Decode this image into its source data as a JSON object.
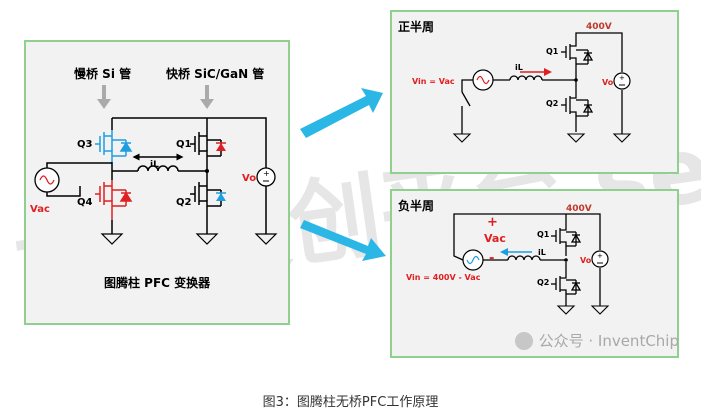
{
  "left_panel": {
    "slow_label": "慢桥 Si 管",
    "fast_label": "快桥 SiC/GaN 管",
    "q1": "Q1",
    "q2": "Q2",
    "q3": "Q3",
    "q4": "Q4",
    "il": "iL",
    "vo": "Vo",
    "vac": "Vac",
    "title": "图腾柱 PFC 变换器"
  },
  "top_right": {
    "title": "正半周",
    "voltage": "400V",
    "vin": "Vin = Vac",
    "il": "iL",
    "q1": "Q1",
    "q2": "Q2",
    "vo": "Vo"
  },
  "bottom_right": {
    "title": "负半周",
    "voltage": "400V",
    "plus": "+",
    "vac": "Vac",
    "minus": "-",
    "vin": "Vin = 400V - Vac",
    "il": "iL",
    "q1": "Q1",
    "q2": "Q2",
    "vo": "Vo"
  },
  "watermark": {
    "text": "公众号 · InventChip"
  },
  "background_watermark": "世强硬创平台 sekorm.com",
  "caption": "图3：图腾柱无桥PFC工作原理",
  "colors": {
    "panel_border": "#8fd08f",
    "red": "#e02020",
    "blue": "#1e9ee0",
    "arrow": "#2bb7e6"
  }
}
